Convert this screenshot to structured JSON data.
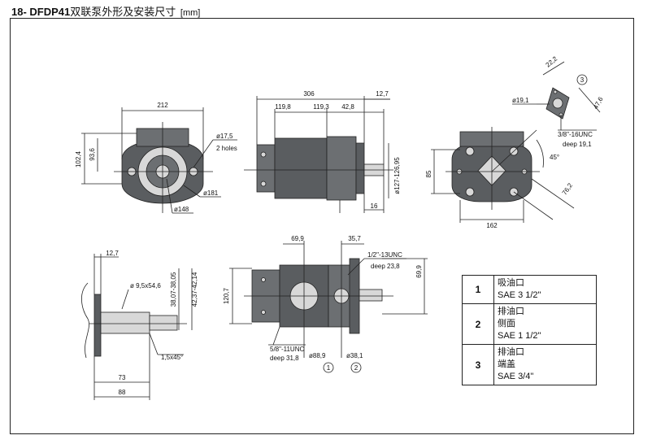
{
  "title": {
    "code": "18- DFDP41",
    "text": "双联泵外形及安装尺寸",
    "unit": "[mm]"
  },
  "front_view": {
    "width_label": "212",
    "height_label_a": "102,4",
    "height_label_b": "93,6",
    "hole_label": "ø17,5",
    "hole_note": "2 holes",
    "dia_large": "ø181",
    "dia_small": "ø148"
  },
  "side_view": {
    "total_length": "306",
    "seg1": "119,8",
    "seg2": "119,3",
    "seg3": "42,8",
    "shaft_ext": "12,7",
    "flange_dia": "ø127-126,95",
    "shaft_len": "16"
  },
  "rear_view": {
    "height": "85",
    "width": "162",
    "angle": "45°",
    "diag": "76,2",
    "port_dia": "ø19,1",
    "port_d1": "22,2",
    "port_d2": "47,6",
    "thread": "3/8\"-16UNC",
    "thread_depth": "deep 19,1",
    "callout": "3"
  },
  "shaft_detail": {
    "flange_thk": "12,7",
    "key_label": "ø 9,5x54,6",
    "dia1": "38,07-38,05",
    "dia2": "42,37-42,14",
    "chamfer": "1,5x45°",
    "len1": "73",
    "len2": "88"
  },
  "top_view": {
    "dim_a": "69,9",
    "dim_b": "35,7",
    "thread_b": "1/2\"-13UNC",
    "thread_b_depth": "deep 23,8",
    "height_right": "69,9",
    "height_left": "120,7",
    "thread_a": "5/8\"-11UNC",
    "thread_a_depth": "deep 31,8",
    "port1_dia": "ø88,9",
    "port2_dia": "ø38,1",
    "callout1": "1",
    "callout2": "2"
  },
  "ports": [
    {
      "num": "1",
      "lines": [
        "吸油口",
        "SAE 3 1/2\""
      ]
    },
    {
      "num": "2",
      "lines": [
        "排油口",
        "侧面",
        "SAE 1 1/2\""
      ]
    },
    {
      "num": "3",
      "lines": [
        "排油口",
        "端盖",
        "SAE 3/4\""
      ]
    }
  ]
}
